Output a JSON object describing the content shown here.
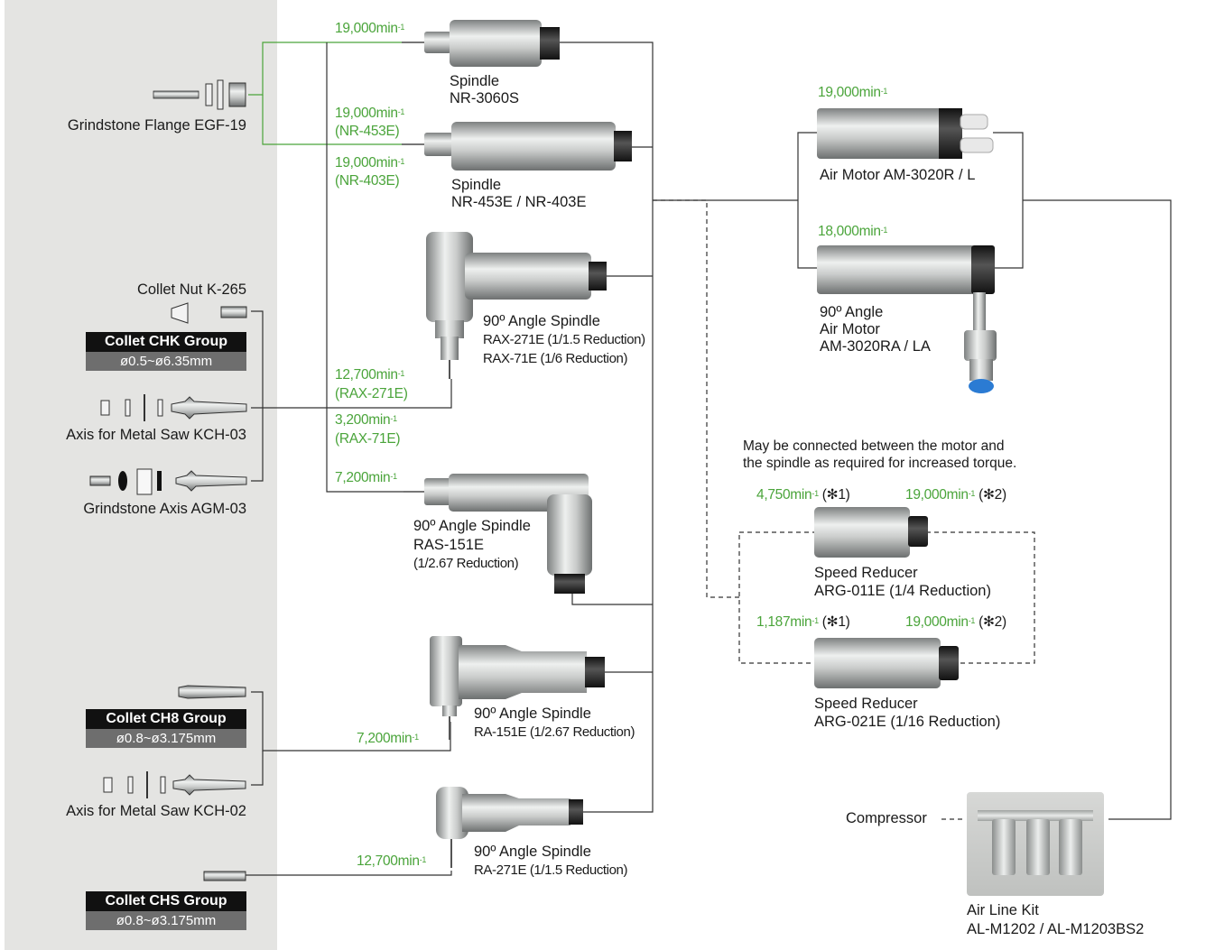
{
  "parts": {
    "flange": {
      "label": "Grindstone Flange  EGF-19"
    },
    "collet_nut": {
      "label": "Collet Nut  K-265"
    },
    "chk": {
      "title": "Collet  CHK Group",
      "range": "ø0.5~ø6.35mm"
    },
    "kch03": {
      "label": "Axis for Metal Saw  KCH-03"
    },
    "agm03": {
      "label": "Grindstone Axis  AGM-03"
    },
    "ch8": {
      "title": "Collet  CH8 Group",
      "range": "ø0.8~ø3.175mm"
    },
    "kch02": {
      "label": "Axis for Metal Saw  KCH-02"
    },
    "chs": {
      "title": "Collet  CHS Group",
      "range": "ø0.8~ø3.175mm"
    }
  },
  "speed_unit_sup": "-1",
  "speeds": {
    "nr3060s": "19,000min",
    "nr453e": "19,000min",
    "nr453e_note": "(NR-453E)",
    "nr403e": "19,000min",
    "nr403e_note": "(NR-403E)",
    "rax271e": "12,700min",
    "rax271e_note": "(RAX-271E)",
    "rax71e": "3,200min",
    "rax71e_note": "(RAX-71E)",
    "ras151e": "7,200min",
    "ra151e": "7,200min",
    "ra271e": "12,700min",
    "am3020r": "19,000min",
    "am3020ra": "18,000min",
    "arg011_in": "4,750min",
    "arg011_in_note": "(✻1)",
    "arg011_out": "19,000min",
    "arg011_out_note": "(✻2)",
    "arg021_in": "1,187min",
    "arg021_in_note": "(✻1)",
    "arg021_out": "19,000min",
    "arg021_out_note": "(✻2)"
  },
  "spindles": {
    "nr3060s": {
      "line1": "Spindle",
      "line2": "NR-3060S"
    },
    "nr453e": {
      "line1": "Spindle",
      "line2": "NR-453E / NR-403E"
    },
    "rax": {
      "line1": "90º Angle Spindle",
      "line2": "RAX-271E (1/1.5 Reduction)",
      "line3": "RAX-71E (1/6 Reduction)"
    },
    "ras": {
      "line1": "90º Angle Spindle",
      "line2": "RAS-151E",
      "line3": "(1/2.67 Reduction)"
    },
    "ra151": {
      "line1": "90º Angle Spindle",
      "line2": "RA-151E (1/2.67 Reduction)"
    },
    "ra271": {
      "line1": "90º Angle Spindle",
      "line2": "RA-271E (1/1.5 Reduction)"
    }
  },
  "motors": {
    "am3020r": {
      "label": "Air Motor AM-3020R / L"
    },
    "am3020ra": {
      "line1": "90º Angle",
      "line2": "Air Motor",
      "line3": "AM-3020RA / LA"
    }
  },
  "reducers": {
    "note1": "May be connected between the motor and",
    "note2": "the spindle as required for increased torque.",
    "arg011": {
      "line1": "Speed Reducer",
      "line2": "ARG-011E (1/4 Reduction)"
    },
    "arg021": {
      "line1": "Speed Reducer",
      "line2": "ARG-021E (1/16 Reduction)"
    }
  },
  "air": {
    "compressor": "Compressor",
    "kit_line1": "Air Line Kit",
    "kit_line2": "AL-M1202 / AL-M1203BS2"
  },
  "colors": {
    "speed_green": "#4aa43a",
    "line": "#333333",
    "green_line": "#4aa43a",
    "panel": "#e4e4e2"
  }
}
